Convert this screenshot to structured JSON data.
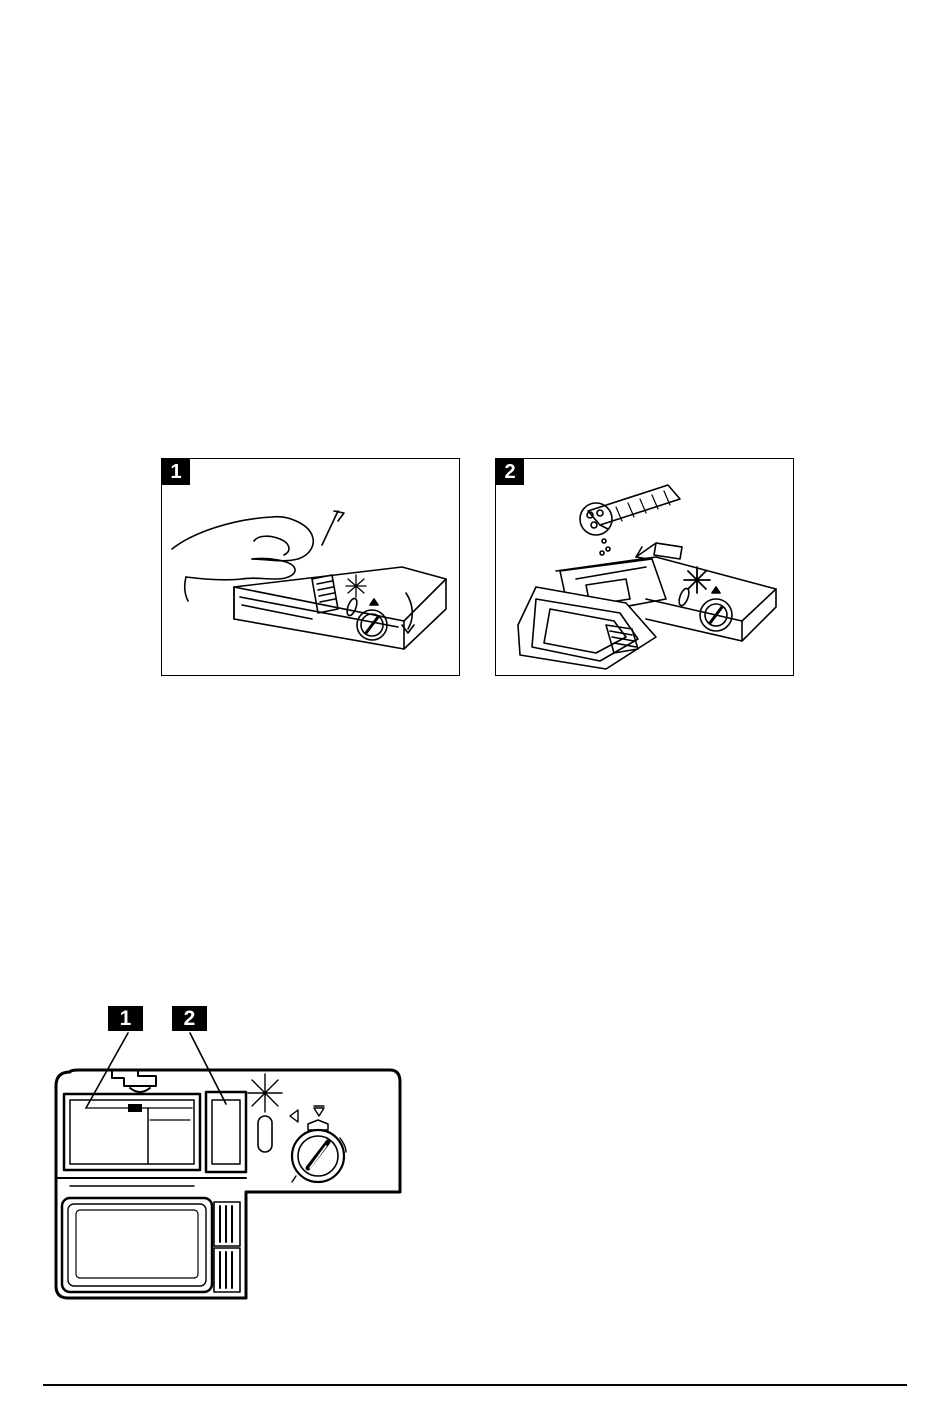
{
  "figure_top": {
    "panels": [
      {
        "label": "1"
      },
      {
        "label": "2"
      }
    ]
  },
  "figure_bottom": {
    "callouts": [
      {
        "label": "1"
      },
      {
        "label": "2"
      }
    ]
  }
}
